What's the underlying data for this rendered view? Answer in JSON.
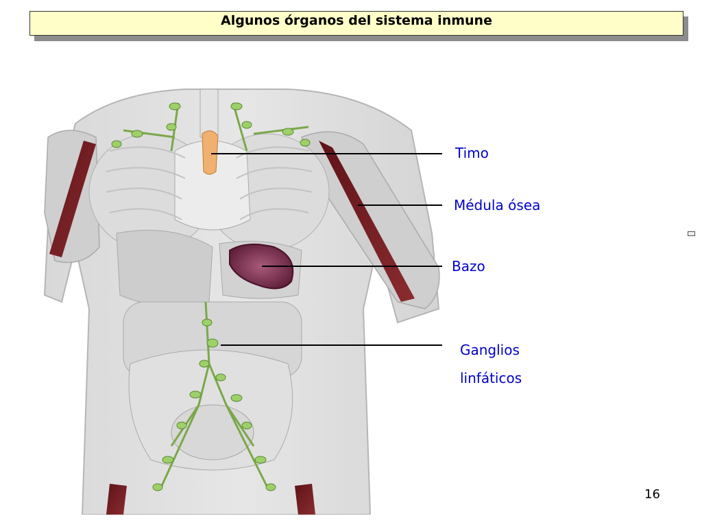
{
  "title": "Algunos órganos del sistema inmune",
  "labels": {
    "timo": "Timo",
    "medula": "Médula ósea",
    "bazo": "Bazo",
    "ganglios_1": "Ganglios",
    "ganglios_2": "linfáticos"
  },
  "page_number": "16",
  "colors": {
    "title_background": "#fffec8",
    "label_text": "#0000cc",
    "lymph_nodes": "#9ed06a",
    "spleen": "#7a2a4a",
    "bone_marrow": "#7a1f26",
    "thymus": "#f0b070"
  }
}
